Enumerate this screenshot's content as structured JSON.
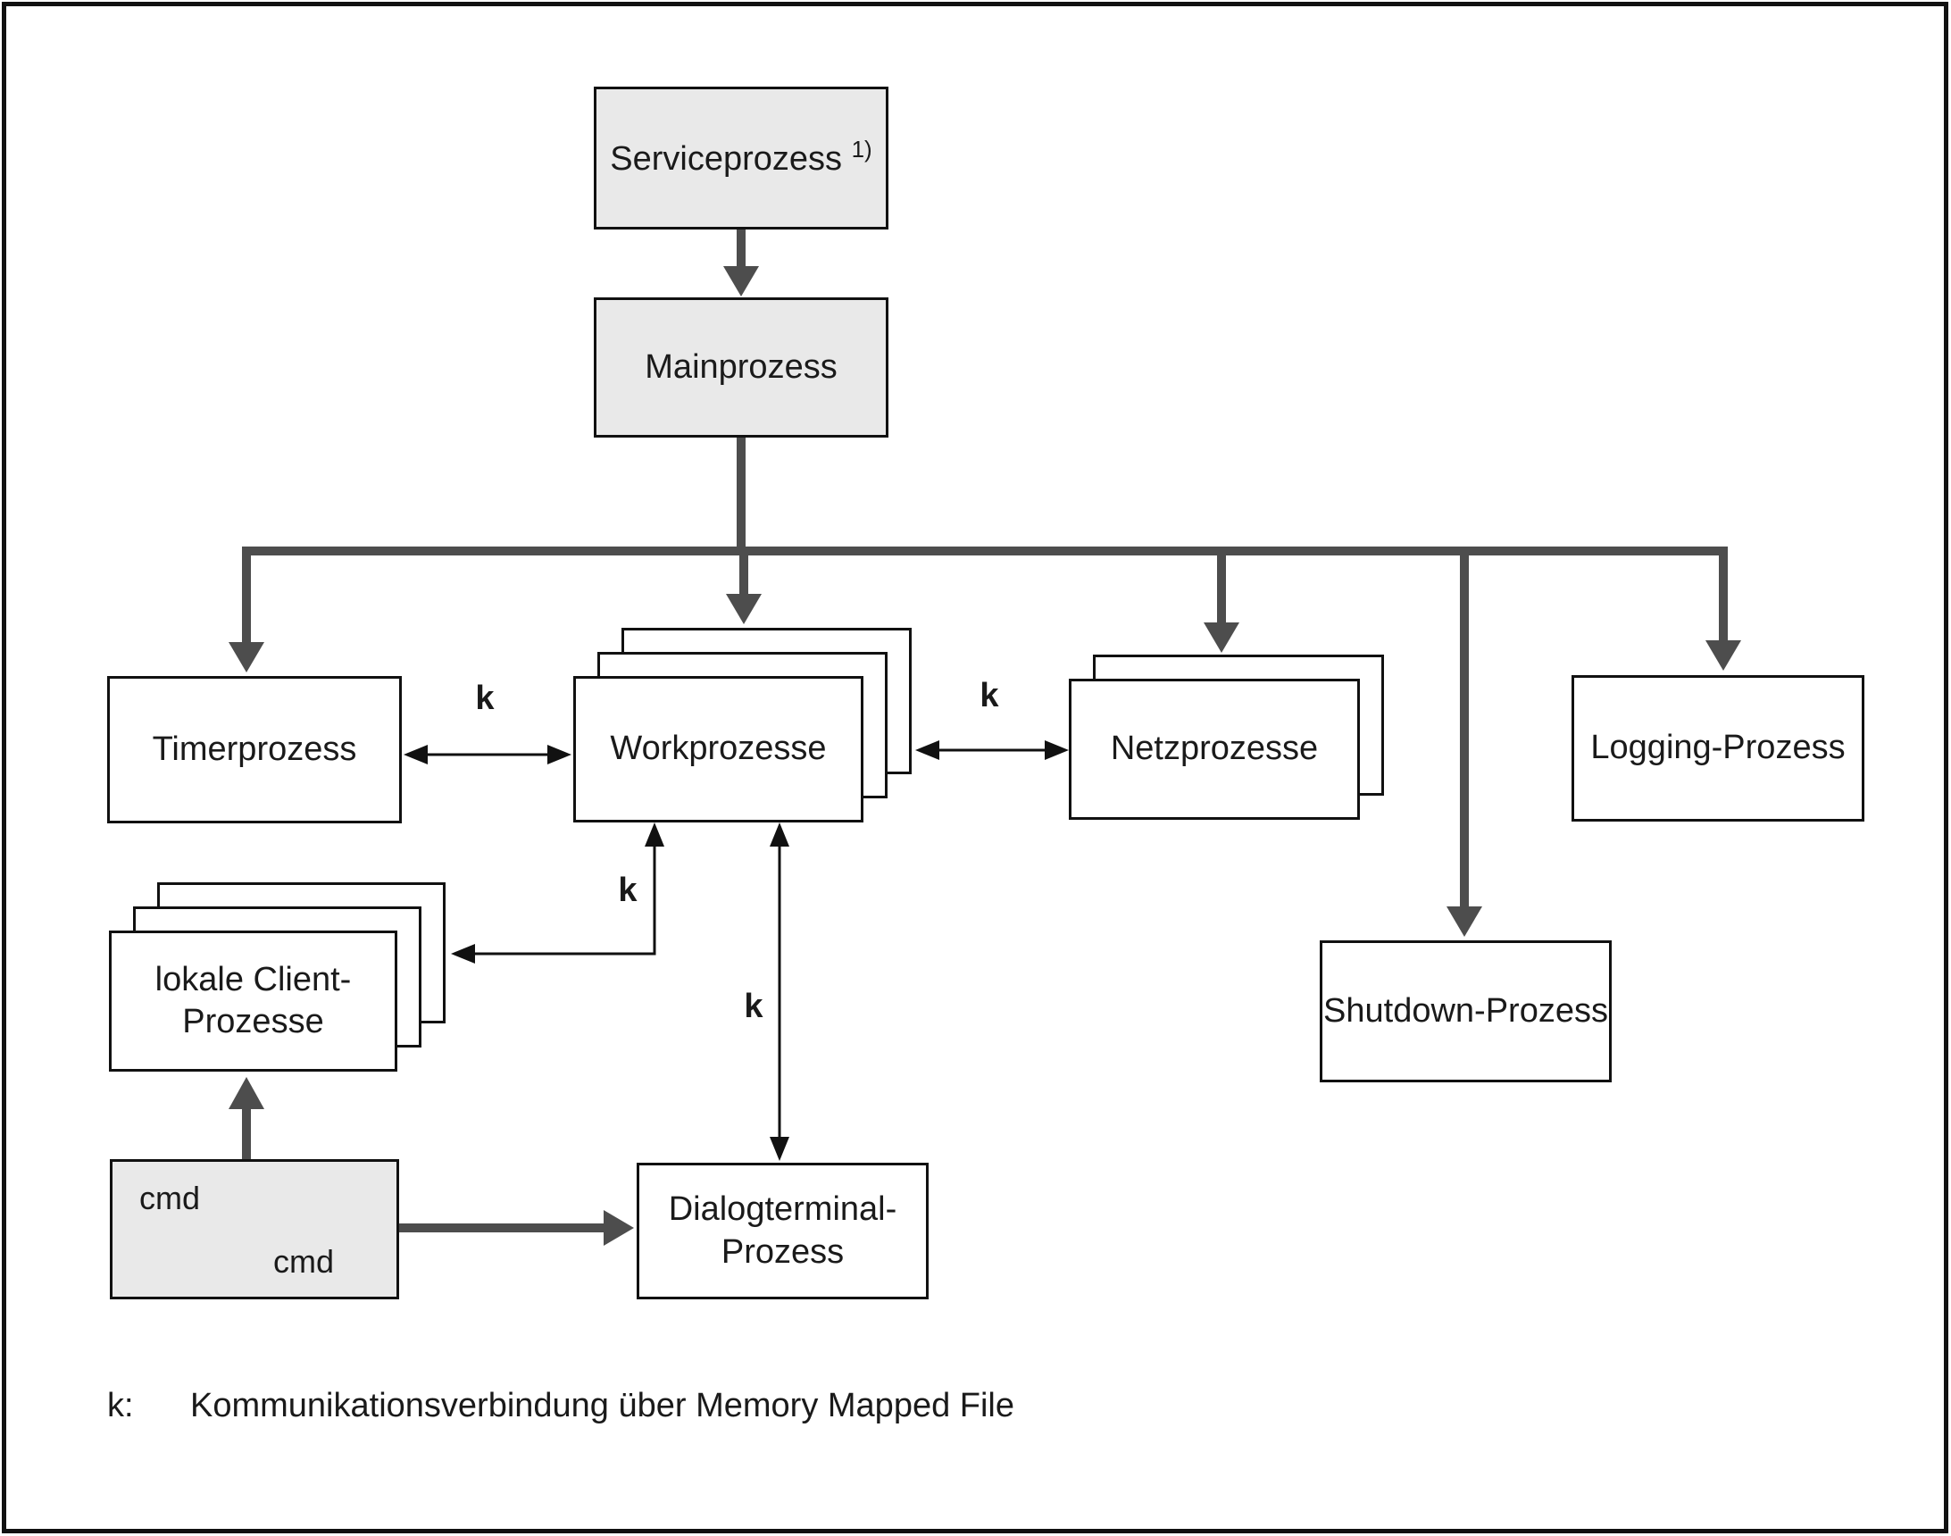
{
  "diagram": {
    "nodes": {
      "service": {
        "label": "Serviceprozess",
        "sup": "1)"
      },
      "main": {
        "label": "Mainprozess"
      },
      "timer": {
        "label": "Timerprozess"
      },
      "work": {
        "label": "Workprozesse"
      },
      "netz": {
        "label": "Netzprozesse"
      },
      "logging": {
        "label": "Logging-Prozess"
      },
      "shutdown": {
        "label": "Shutdown-Prozess"
      },
      "clients": {
        "line1": "lokale Client-",
        "line2": "Prozesse"
      },
      "dialog": {
        "line1": "Dialogterminal-",
        "line2": "Prozess"
      },
      "cmd": {
        "label1": "cmd",
        "label2": "cmd"
      }
    },
    "k_labels": {
      "timer_work": "k",
      "work_netz": "k",
      "work_clients": "k",
      "work_dialog": "k"
    },
    "legend": {
      "key": "k:",
      "text": "Kommunikationsverbindung über Memory Mapped File"
    },
    "colors": {
      "box_fill_gray": "#e9e9e9",
      "box_fill_white": "#ffffff",
      "box_border": "#111111",
      "connector_thick": "#4d4d4d",
      "connector_thin": "#111111",
      "text": "#1a1a1a"
    }
  }
}
